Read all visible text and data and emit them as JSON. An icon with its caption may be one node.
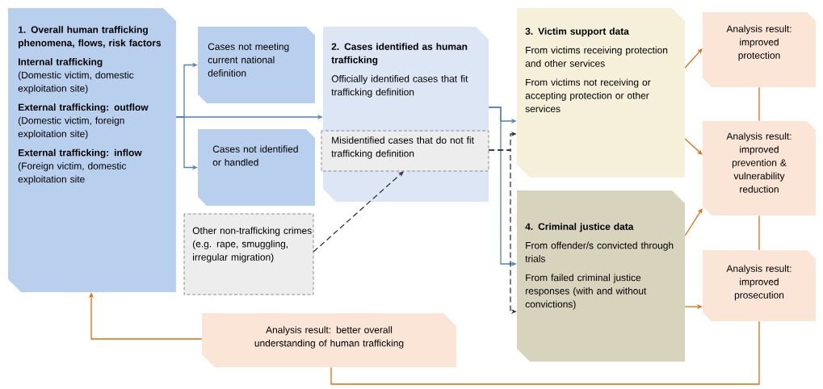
{
  "diagram": {
    "nodes": [
      {
        "text": [
          "1. Overall human trafficking phenomena, flows, risk factors",
          "Internal trafficking",
          "(Domestic victim, domestic exploitation site)",
          "**External trafficking: outflow** (Domestic victim, foreign exploitation site)",
          "External trafficking: inflow",
          "(Foreign victim, domestic exploitation site"
        ]
      },
      {
        "text": [
          "Cases not meeting current national definition"
        ]
      },
      {
        "text": [
          "Cases not identified or handled"
        ]
      },
      {
        "text": [
          "2. Cases identified as human trafficking",
          "Officially identified cases that fit trafficking definition"
        ]
      },
      {
        "text": [
          "Misidentified cases that do not fit trafficking definition"
        ],
        "in": 3
      },
      {
        "text": [
          "Other non-trafficking crimes (e.g. rape, smuggling, irregular migration)"
        ]
      },
      {
        "text": [
          "3. Victim support data",
          "From victims receiving protection and other services",
          "From victims not receiving or accepting protection or other services"
        ]
      },
      {
        "text": [
          "4. Criminal justice data",
          "From offender/s convicted through trials",
          "From failed criminal justice responses (with and without convictions)"
        ]
      },
      {
        "text": [
          "Analysis result: improved protection"
        ]
      },
      {
        "text": [
          "Analysis result: improved prevention & vulnerability reduction"
        ]
      },
      {
        "text": [
          "Analysis result: improved prosecution"
        ]
      },
      {
        "text": [
          "Analysis result: better overall understanding of human trafficking"
        ]
      }
    ],
    "edges": [
      {
        "from": 0,
        "to": 1,
        "arrow": "to",
        "color": "#4f81bd"
      },
      {
        "from": 0,
        "to": 2,
        "arrow": "to",
        "color": "#4f81bd"
      },
      {
        "from": 0,
        "to": 3,
        "arrow": "to",
        "color": "#4f81bd"
      },
      {
        "from": 3,
        "to": 6,
        "arrow": "to",
        "color": "#4f81bd"
      },
      {
        "from": 3,
        "to": 7,
        "arrow": "to",
        "color": "#4f81bd"
      },
      {
        "from": 5,
        "to": 4,
        "arrow": "to",
        "style": "dashed",
        "color": "#333333"
      },
      {
        "from": 4,
        "to": 6,
        "arrow": "to",
        "style": "dashed",
        "color": "#333333"
      },
      {
        "from": 4,
        "to": 7,
        "arrow": "to",
        "style": "dashed",
        "color": "#333333"
      },
      {
        "from": 6,
        "to": 8,
        "arrow": "to"
      },
      {
        "from": 6,
        "to": 9,
        "arrow": "to"
      },
      {
        "from": 7,
        "to": 9,
        "arrow": "to"
      },
      {
        "from": 7,
        "to": 10,
        "arrow": "to"
      },
      {
        "from": 8,
        "to": 9,
        "arrow": "none"
      },
      {
        "from": 9,
        "to": 10,
        "arrow": "none"
      },
      {
        "from": 10,
        "to": 11,
        "arrow": "none"
      },
      {
        "from": 11,
        "to": 0,
        "arrow": "to"
      }
    ]
  }
}
